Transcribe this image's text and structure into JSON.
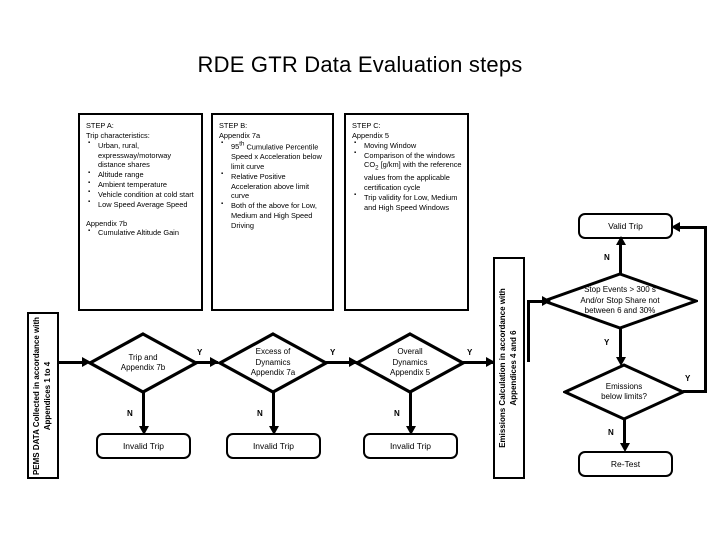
{
  "page": {
    "title": "RDE GTR Data Evaluation steps"
  },
  "steps": [
    {
      "id": "step-a",
      "header_line1": "STEP A:",
      "header_line2": "Trip characteristics:",
      "bullets": [
        "Urban, rural, expressway/motorway distance shares",
        "Altitude range",
        "Ambient temperature",
        "Vehicle condition at cold start",
        "Low Speed Average Speed"
      ],
      "sub_header": "Appendix 7b",
      "sub_bullets": [
        "Cumulative Altitude Gain"
      ]
    },
    {
      "id": "step-b",
      "header_line1": "STEP B:",
      "header_line2": "Appendix 7a",
      "bullets": [
        "95th Cumulative Percentile Speed x Acceleration below limit curve",
        "Relative Positive Acceleration above limit curve",
        "Both of the above for Low, Medium and High Speed Driving"
      ],
      "sub_header": "",
      "sub_bullets": []
    },
    {
      "id": "step-c",
      "header_line1": "STEP C:",
      "header_line2": "Appendix 5",
      "bullets": [
        "Moving Window",
        "Comparison of the windows CO2 [g/km] with the reference values from the applicable certification cycle",
        "Trip validity for Low, Medium and High Speed Windows"
      ],
      "sub_header": "",
      "sub_bullets": []
    }
  ],
  "side_bars": {
    "left": {
      "line1": "PEMS DATA  Collected in accordance with",
      "line2": "Appendices 1 to 4"
    },
    "right": {
      "line1": "Emissions Calculation in accordance with",
      "line2": "Appendices 4 and 6"
    }
  },
  "decisions": [
    {
      "id": "trip-and-appendix-7b",
      "lines": [
        "Trip and",
        "Appendix 7b"
      ],
      "yes_label": "Y",
      "no_label": "N"
    },
    {
      "id": "excess-of-dynamics",
      "lines": [
        "Excess of",
        "Dynamics",
        "Appendix 7a"
      ],
      "yes_label": "Y",
      "no_label": "N"
    },
    {
      "id": "overall-dynamics",
      "lines": [
        "Overall",
        "Dynamics",
        "Appendix 5"
      ],
      "yes_label_in": "Y",
      "yes_label": "Y",
      "no_label": "N"
    },
    {
      "id": "stop-events",
      "lines": [
        "Stop Events > 300 s",
        "And/or Stop Share not",
        "between 6 and 30%"
      ],
      "yes_label": "Y",
      "no_label": "N"
    },
    {
      "id": "emissions-below-limits",
      "lines": [
        "Emissions",
        "below limits?"
      ],
      "yes_label": "Y",
      "no_label": "N"
    }
  ],
  "terminators": {
    "invalid_trip": "Invalid Trip",
    "valid_trip": "Valid Trip",
    "retest": "Re-Test"
  },
  "colors": {
    "stroke": "#000000",
    "background": "#ffffff"
  }
}
